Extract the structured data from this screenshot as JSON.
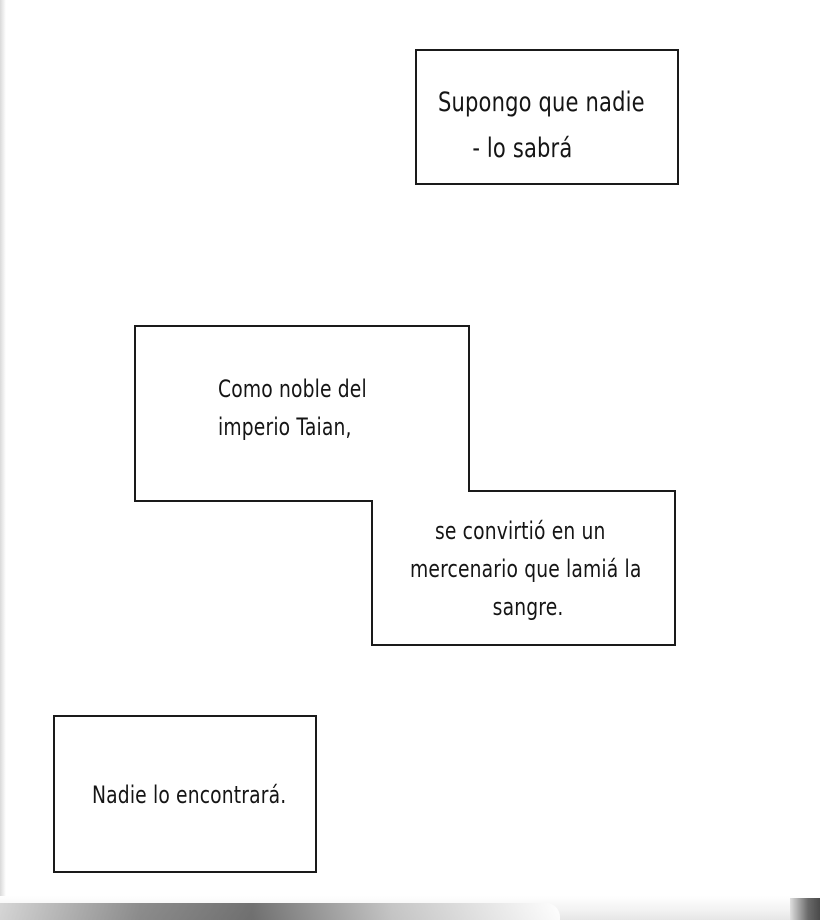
{
  "captions": {
    "box1": {
      "lines": [
        "Supongo que nadie",
        "- lo sabrá"
      ]
    },
    "box2": {
      "lines": [
        "Como noble del",
        "imperio Taian,"
      ]
    },
    "box3": {
      "lines": [
        "se convirtió en un",
        "mercenario que lamiá la",
        "sangre."
      ]
    },
    "box4": {
      "lines": [
        "Nadie lo encontrará."
      ]
    }
  },
  "colors": {
    "background": "#ffffff",
    "border": "#1a1a1a",
    "text": "#151515"
  }
}
